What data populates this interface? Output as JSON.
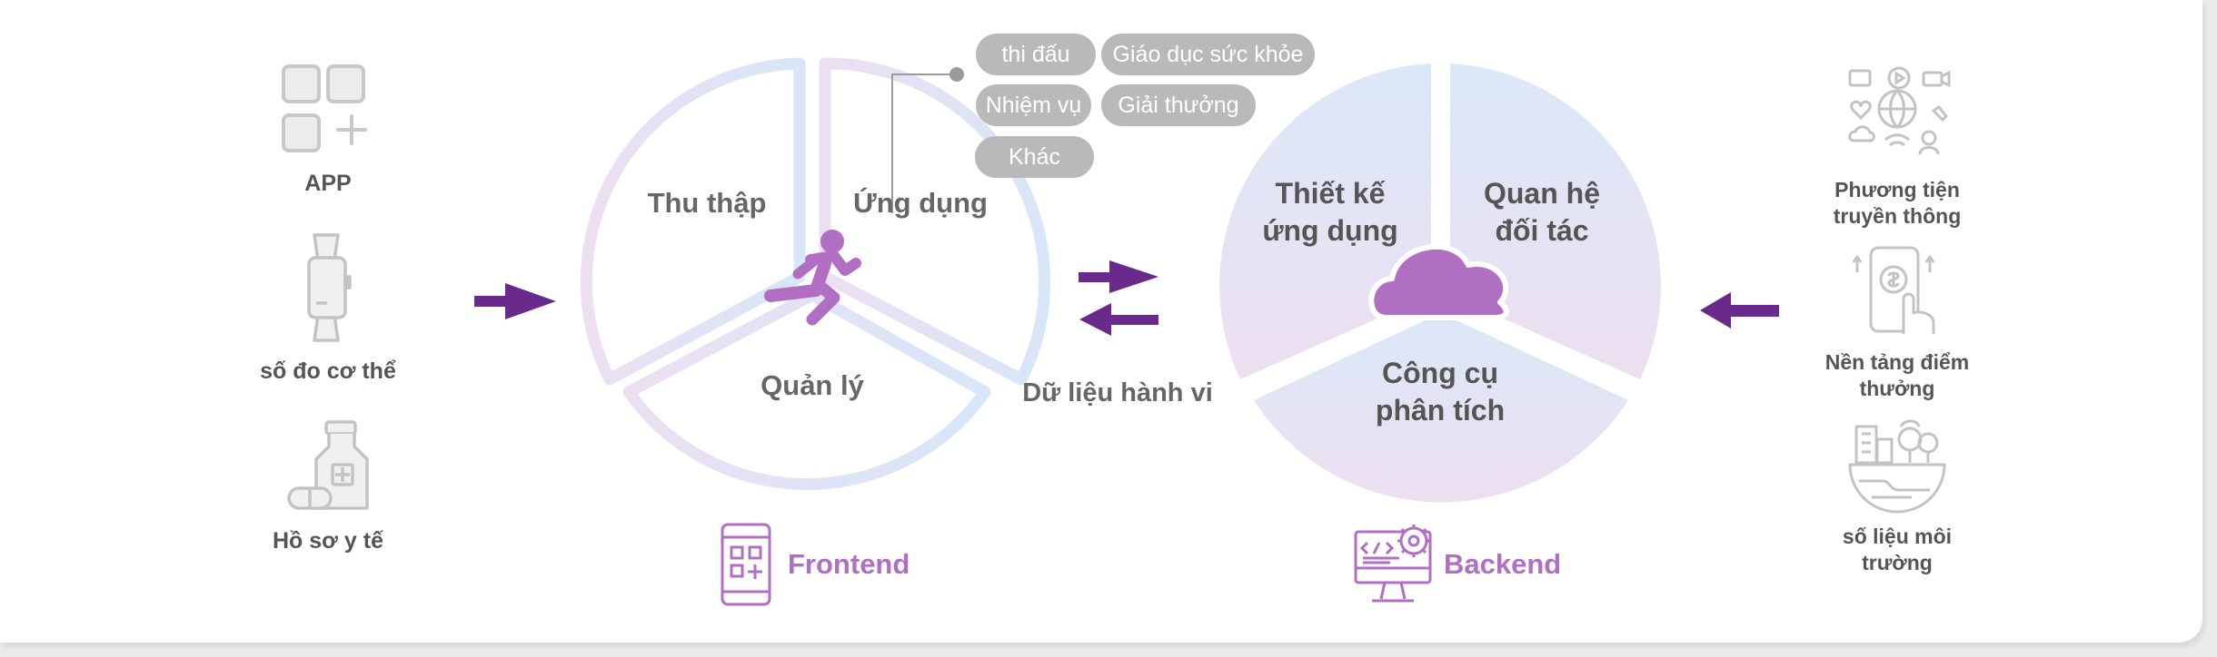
{
  "sources": {
    "app": "APP",
    "body": "số đo cơ thể",
    "medical": "Hồ sơ y tế"
  },
  "frontend": {
    "segments": {
      "collect": "Thu thập",
      "apply": "Ứng dụng",
      "manage": "Quản lý"
    },
    "label": "Frontend",
    "center_icon": "running-person-icon"
  },
  "apps": {
    "items": [
      "thi đấu",
      "Giáo dục sức khỏe",
      "Nhiệm vụ",
      "Giải thưởng",
      "Khác"
    ]
  },
  "behavior_data": "Dữ liệu hành vi",
  "backend": {
    "segments": {
      "design": "Thiết kế\nứng dụng",
      "partner": "Quan hệ\nđối tác",
      "analytics": "Công cụ\nphân tích"
    },
    "label": "Backend",
    "center_icon": "cloud-icon"
  },
  "external": {
    "media": "Phương tiện\ntruyền thông",
    "reward": "Nền tảng điểm\nthưởng",
    "environment": "số liệu môi\ntrường"
  },
  "colors": {
    "accent": "#b06fc3",
    "arrow": "#6a2a8c",
    "icon_gray": "#c8c8c8",
    "pill": "#b9b9b9",
    "text": "#555555"
  }
}
